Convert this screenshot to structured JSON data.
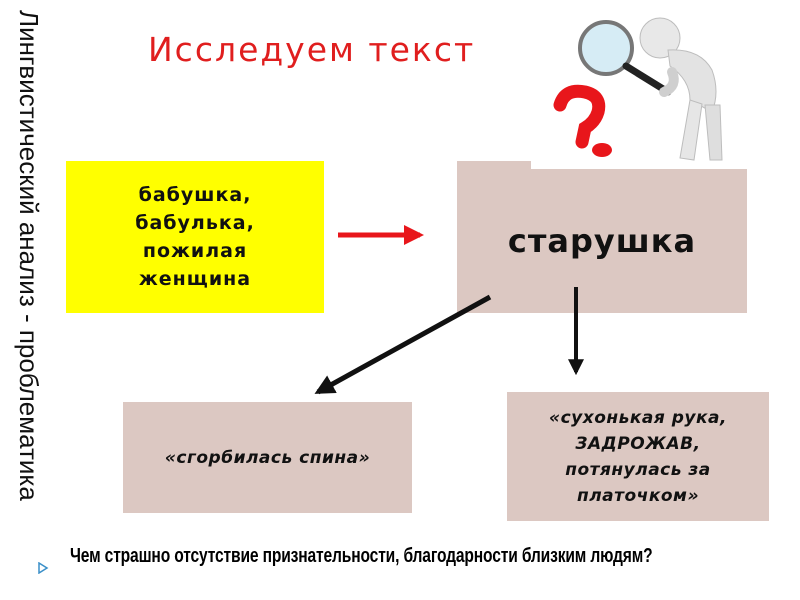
{
  "side_label": "Лингвистический анализ - проблематика",
  "title": "Исследуем текст",
  "synonyms_box": "бабушка,\nбабулька,\nпожилая\nженщина",
  "main_word": "старушка",
  "left_quote": "«сгорбилась спина»",
  "right_quote": "«сухонькая рука,\nЗАДРОЖАВ,\nпотянулась за\nплаточком»",
  "question": "Чем страшно отсутствие признательности, благодарности близким людям?",
  "colors": {
    "title": "#e01e1e",
    "yellow_box": "#ffff00",
    "pink_box": "#dcc8c2",
    "red_arrow": "#e8161b"
  },
  "icons": [
    "magnifier-figure-icon",
    "question-mark-icon",
    "bullet-icon"
  ]
}
